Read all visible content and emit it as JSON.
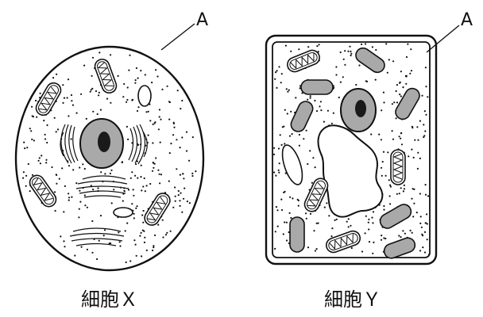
{
  "labels": {
    "a_left": "A",
    "a_right": "A",
    "cell_x": "細胞Ｘ",
    "cell_y": "細胞Ｙ"
  },
  "colors": {
    "stroke": "#111111",
    "fill_gray": "#a9a9a9",
    "nucleolus": "#1a1a1a",
    "background": "#ffffff"
  }
}
